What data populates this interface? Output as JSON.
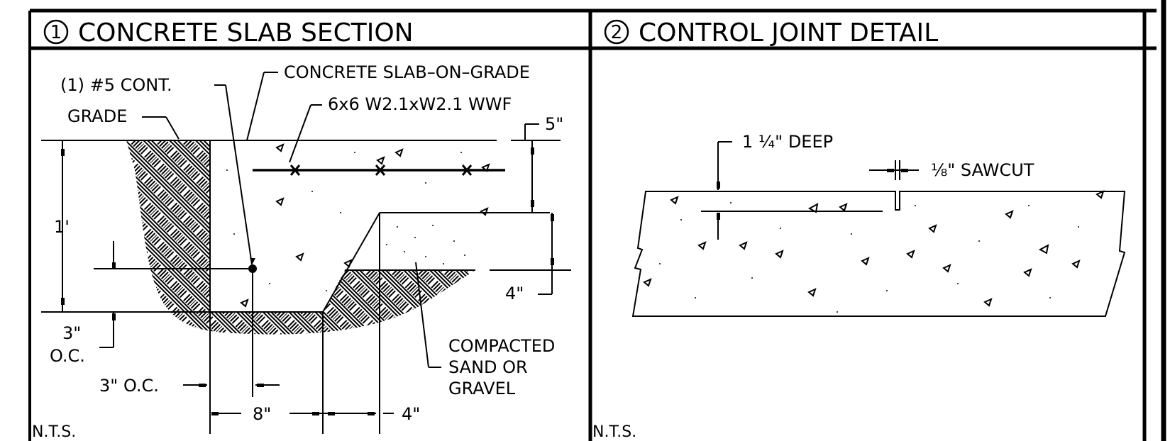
{
  "panels": [
    {
      "number": "1",
      "title": "CONCRETE SLAB SECTION",
      "scale": "N.T.S.",
      "labels": {
        "rebar": "(1) #5 CONT.",
        "slab": "CONCRETE SLAB–ON–GRADE",
        "wwf": "6x6 W2.1xW2.1 WWF",
        "grade": "GRADE",
        "dim_5": "5\"",
        "dim_1ft": "1'",
        "dim_4_vert": "4\"",
        "dim_3oc_left_a": "3\"",
        "dim_3oc_left_b": "O.C.",
        "dim_3oc_bottom": "3\" O.C.",
        "dim_8": "8\"",
        "dim_4_horiz": "4\"",
        "fill_a": "COMPACTED",
        "fill_b": "SAND OR",
        "fill_c": "GRAVEL"
      }
    },
    {
      "number": "2",
      "title": "CONTROL JOINT DETAIL",
      "scale": "N.T.S.",
      "labels": {
        "depth": "1 ¼\" DEEP",
        "sawcut": "⅛\" SAWCUT"
      }
    }
  ]
}
